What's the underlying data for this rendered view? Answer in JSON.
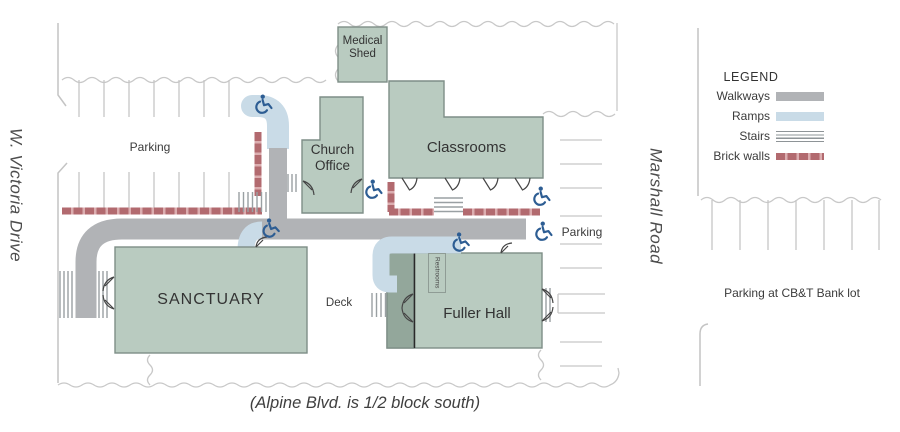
{
  "streets": {
    "west": "W. Victoria Drive",
    "east": "Marshall Road",
    "south_note": "(Alpine Blvd. is 1/2 block south)"
  },
  "legend": {
    "title": "LEGEND",
    "items": [
      {
        "label": "Walkways",
        "type": "walkway"
      },
      {
        "label": "Ramps",
        "type": "ramp"
      },
      {
        "label": "Stairs",
        "type": "stairs"
      },
      {
        "label": "Brick walls",
        "type": "brick-wall"
      }
    ]
  },
  "buildings": {
    "medical_shed": "Medical Shed",
    "church_office": "Church Office",
    "classrooms": "Classrooms",
    "sanctuary": "SANCTUARY",
    "fuller_hall": "Fuller Hall",
    "restrooms": "Restrooms"
  },
  "areas": {
    "parking_northwest": "Parking",
    "parking_east": "Parking",
    "parking_bank": "Parking at CB&T Bank lot",
    "deck": "Deck"
  },
  "icons": {
    "wheelchair": "accessible-entrance"
  },
  "colors": {
    "building_fill": "#b9cbc0",
    "building_dark_fill": "#93a79b",
    "building_stroke": "#7e8e87",
    "walkway": "#b1b3b6",
    "ramp": "#c9dbe7",
    "brick_wall": "#b26a6f",
    "brick_wall_light": "#dcaeb0",
    "accessible_icon": "#2d5d93",
    "boundary_line": "#c8c8c8"
  }
}
